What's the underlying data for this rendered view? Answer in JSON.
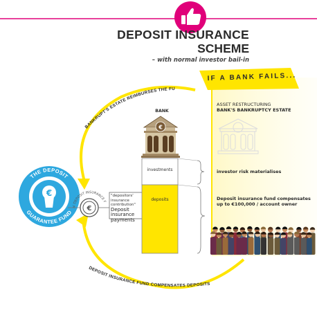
{
  "header": {
    "title_line1": "DEPOSIT INSURANCE",
    "title_line2": "SCHEME",
    "subtitle": "– with normal investor bail-in"
  },
  "banner": {
    "text": "IF A BANK FAILS..."
  },
  "arcs": {
    "top": "BANKRUPT'S ESTATE REIMBURSES THE FUND",
    "bottom": "DEPOSIT INSURANCE FUND COMPENSATES DEPOSITS"
  },
  "bank": {
    "label": "BANK",
    "investments_label": "investments",
    "deposits_label": "deposits"
  },
  "fund": {
    "top_text": "THE DEPOSIT",
    "bottom_text": "GUARANTEE FUND"
  },
  "national_fund": {
    "text": "national DEPOSIT INSURANCE FUNDS"
  },
  "contribution": {
    "line1": "\"depositors'",
    "line2": "insurance",
    "line3": "contribution\"",
    "main1": "Deposit",
    "main2": "insurance",
    "main3": "payments"
  },
  "panel": {
    "asset_line1": "ASSET RESTRUCTURING",
    "asset_line2": "BANK'S BANKRUPTCY ESTATE",
    "risk": "investor risk materialises",
    "comp_line1": "Deposit insurance fund compensates",
    "comp_line2": "up to €100,000 / account owner"
  },
  "colors": {
    "accent_pink": "#e0007a",
    "yellow": "#ffe500",
    "fund_blue": "#2ea8df",
    "pale_yellow": "#fff8c4",
    "bank_brown": "#7a5a35"
  },
  "icons": {
    "badge": "thumbs-up-icon",
    "fund": "euro-keyhole-icon",
    "national": "euro-coin-icon",
    "bank": "bank-building-icon",
    "ghost_bank": "bank-outline-icon",
    "crowd": "crowd-of-people-icon"
  }
}
